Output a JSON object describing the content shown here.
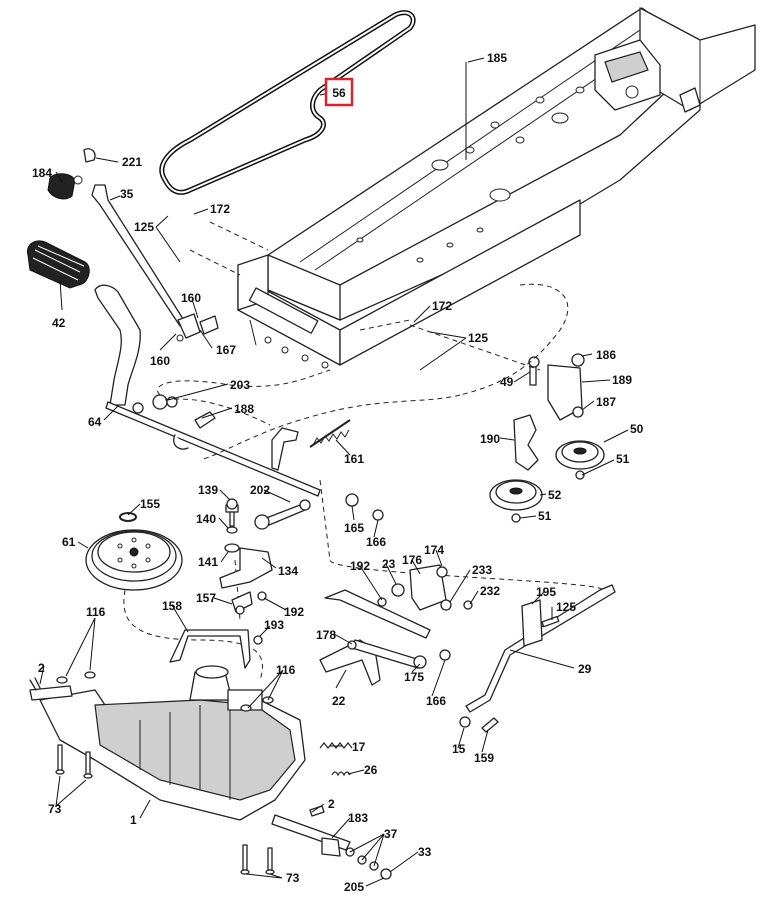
{
  "highlight": {
    "label": "56",
    "color": "#d9232e"
  },
  "labels": [
    {
      "id": "l185",
      "text": "185"
    },
    {
      "id": "l221",
      "text": "221"
    },
    {
      "id": "l184",
      "text": "184"
    },
    {
      "id": "l35",
      "text": "35"
    },
    {
      "id": "l172a",
      "text": "172"
    },
    {
      "id": "l125a",
      "text": "125"
    },
    {
      "id": "l42",
      "text": "42"
    },
    {
      "id": "l160a",
      "text": "160"
    },
    {
      "id": "l160b",
      "text": "160"
    },
    {
      "id": "l167",
      "text": "167"
    },
    {
      "id": "l172b",
      "text": "172"
    },
    {
      "id": "l125b",
      "text": "125"
    },
    {
      "id": "l186",
      "text": "186"
    },
    {
      "id": "l49",
      "text": "49"
    },
    {
      "id": "l189",
      "text": "189"
    },
    {
      "id": "l203",
      "text": "203"
    },
    {
      "id": "l64",
      "text": "64"
    },
    {
      "id": "l188",
      "text": "188"
    },
    {
      "id": "l187",
      "text": "187"
    },
    {
      "id": "l190",
      "text": "190"
    },
    {
      "id": "l50",
      "text": "50"
    },
    {
      "id": "l161",
      "text": "161"
    },
    {
      "id": "l51a",
      "text": "51"
    },
    {
      "id": "l52",
      "text": "52"
    },
    {
      "id": "l51b",
      "text": "51"
    },
    {
      "id": "l139",
      "text": "139"
    },
    {
      "id": "l202",
      "text": "202"
    },
    {
      "id": "l155",
      "text": "155"
    },
    {
      "id": "l140",
      "text": "140"
    },
    {
      "id": "l165",
      "text": "165"
    },
    {
      "id": "l166a",
      "text": "166"
    },
    {
      "id": "l61",
      "text": "61"
    },
    {
      "id": "l141",
      "text": "141"
    },
    {
      "id": "l134",
      "text": "134"
    },
    {
      "id": "l192a",
      "text": "192"
    },
    {
      "id": "l23",
      "text": "23"
    },
    {
      "id": "l176",
      "text": "176"
    },
    {
      "id": "l174",
      "text": "174"
    },
    {
      "id": "l233",
      "text": "233"
    },
    {
      "id": "l157",
      "text": "157"
    },
    {
      "id": "l192b",
      "text": "192"
    },
    {
      "id": "l232",
      "text": "232"
    },
    {
      "id": "l195",
      "text": "195"
    },
    {
      "id": "l125c",
      "text": "125"
    },
    {
      "id": "l116a",
      "text": "116"
    },
    {
      "id": "l158",
      "text": "158"
    },
    {
      "id": "l193",
      "text": "193"
    },
    {
      "id": "l178",
      "text": "178"
    },
    {
      "id": "l2a",
      "text": "2"
    },
    {
      "id": "l116b",
      "text": "116"
    },
    {
      "id": "l22",
      "text": "22"
    },
    {
      "id": "l175",
      "text": "175"
    },
    {
      "id": "l166b",
      "text": "166"
    },
    {
      "id": "l29",
      "text": "29"
    },
    {
      "id": "l17",
      "text": "17"
    },
    {
      "id": "l15",
      "text": "15"
    },
    {
      "id": "l159",
      "text": "159"
    },
    {
      "id": "l26",
      "text": "26"
    },
    {
      "id": "l73a",
      "text": "73"
    },
    {
      "id": "l2b",
      "text": "2"
    },
    {
      "id": "l1",
      "text": "1"
    },
    {
      "id": "l183",
      "text": "183"
    },
    {
      "id": "l37",
      "text": "37"
    },
    {
      "id": "l33",
      "text": "33"
    },
    {
      "id": "l73b",
      "text": "73"
    },
    {
      "id": "l205",
      "text": "205"
    }
  ]
}
